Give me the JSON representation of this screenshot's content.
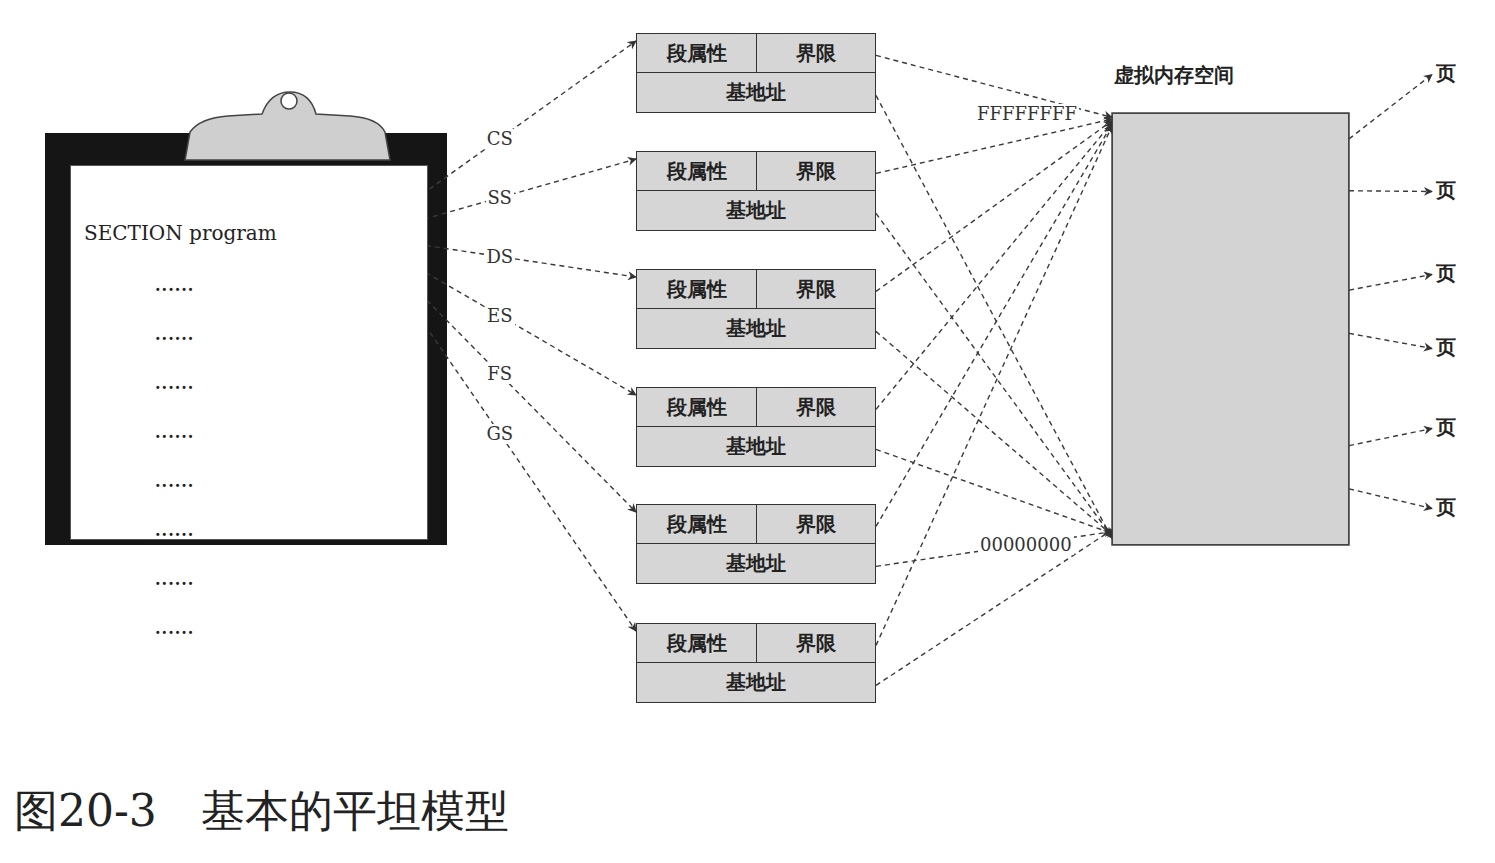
{
  "diagram": {
    "caption": "图20-3　基本的平坦模型",
    "nodes": [
      {
        "text": [
          "SECTION program",
          "......",
          "......",
          "......",
          "......",
          "......",
          "......",
          "......",
          "......"
        ]
      },
      {
        "text": [
          "段属性",
          "界限",
          "基地址"
        ]
      },
      {
        "text": [
          "段属性",
          "界限",
          "基地址"
        ]
      },
      {
        "text": [
          "段属性",
          "界限",
          "基地址"
        ]
      },
      {
        "text": [
          "段属性",
          "界限",
          "基地址"
        ]
      },
      {
        "text": [
          "段属性",
          "界限",
          "基地址"
        ]
      },
      {
        "text": [
          "段属性",
          "界限",
          "基地址"
        ]
      },
      {
        "text": [
          "虚拟内存空间"
        ]
      },
      {
        "text": [
          "页"
        ]
      },
      {
        "text": [
          "页"
        ]
      },
      {
        "text": [
          "页"
        ]
      },
      {
        "text": [
          "页"
        ]
      },
      {
        "text": [
          "页"
        ]
      },
      {
        "text": [
          "页"
        ]
      }
    ],
    "edges": [
      {
        "from": 0,
        "to": 1,
        "label": "CS",
        "arrow": "both"
      },
      {
        "from": 0,
        "to": 2,
        "label": "SS",
        "arrow": "both"
      },
      {
        "from": 0,
        "to": 3,
        "label": "DS",
        "arrow": "both"
      },
      {
        "from": 0,
        "to": 4,
        "label": "ES",
        "arrow": "both"
      },
      {
        "from": 0,
        "to": 5,
        "label": "FS",
        "arrow": "both"
      },
      {
        "from": 0,
        "to": 6,
        "label": "GS",
        "arrow": "both"
      },
      {
        "from": 1,
        "to": 7,
        "arrow": "to"
      },
      {
        "from": 1,
        "to": 7,
        "arrow": "to"
      },
      {
        "from": 2,
        "to": 7,
        "arrow": "to"
      },
      {
        "from": 2,
        "to": 7,
        "arrow": "to"
      },
      {
        "from": 3,
        "to": 7,
        "arrow": "to"
      },
      {
        "from": 3,
        "to": 7,
        "arrow": "to"
      },
      {
        "from": 4,
        "to": 7,
        "arrow": "to"
      },
      {
        "from": 4,
        "to": 7,
        "arrow": "to"
      },
      {
        "from": 5,
        "to": 7,
        "arrow": "to"
      },
      {
        "from": 5,
        "to": 7,
        "arrow": "to"
      },
      {
        "from": 6,
        "to": 7,
        "arrow": "to"
      },
      {
        "from": 6,
        "to": 7,
        "arrow": "to"
      },
      {
        "from": 7,
        "to": 8,
        "arrow": "to"
      },
      {
        "from": 7,
        "to": 9,
        "arrow": "to"
      },
      {
        "from": 7,
        "to": 10,
        "arrow": "to"
      },
      {
        "from": 7,
        "to": 11,
        "arrow": "to"
      },
      {
        "from": 7,
        "to": 12,
        "arrow": "to"
      },
      {
        "from": 7,
        "to": 13,
        "arrow": "to"
      }
    ],
    "labels": [
      "FFFFFFFF",
      "00000000"
    ]
  }
}
